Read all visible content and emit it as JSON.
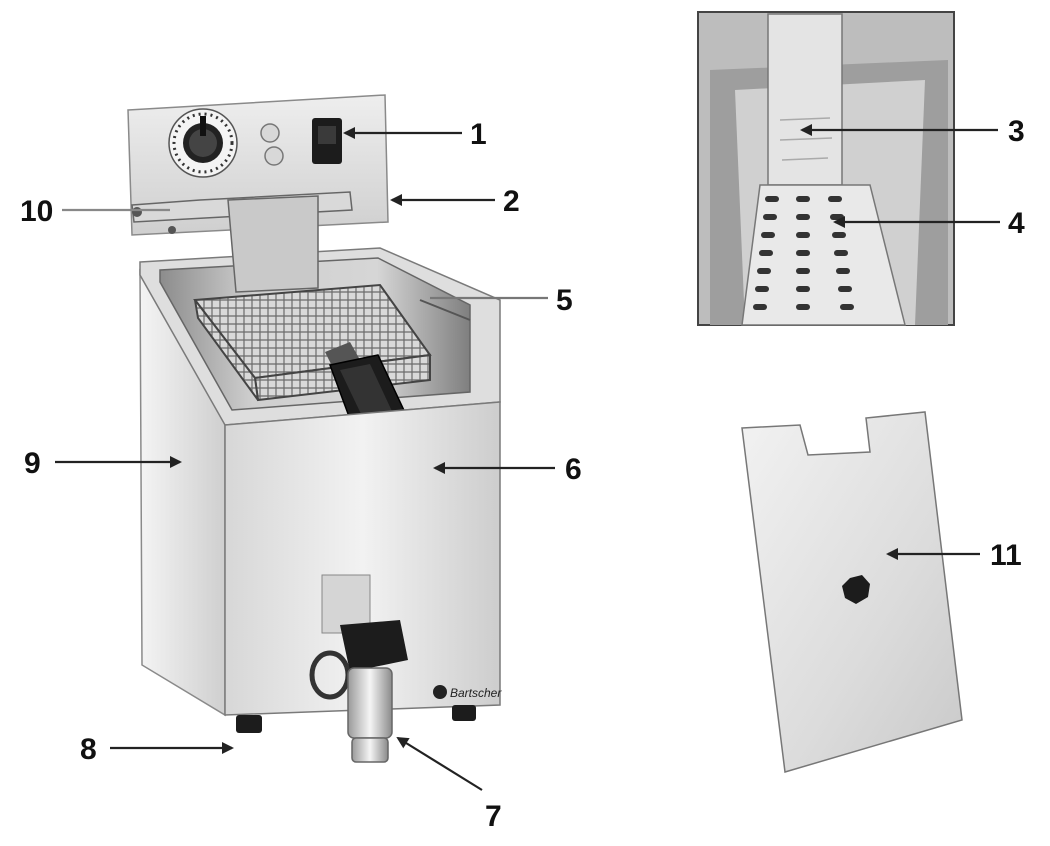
{
  "callouts": [
    {
      "id": "1",
      "label": "1"
    },
    {
      "id": "2",
      "label": "2"
    },
    {
      "id": "3",
      "label": "3"
    },
    {
      "id": "4",
      "label": "4"
    },
    {
      "id": "5",
      "label": "5"
    },
    {
      "id": "6",
      "label": "6"
    },
    {
      "id": "7",
      "label": "7"
    },
    {
      "id": "8",
      "label": "8"
    },
    {
      "id": "9",
      "label": "9"
    },
    {
      "id": "10",
      "label": "10"
    },
    {
      "id": "11",
      "label": "11"
    }
  ],
  "brand": {
    "text": "Bartscher"
  },
  "colors": {
    "steel_light": "#e9e9e9",
    "steel_mid": "#cfcfcf",
    "steel_dark": "#9a9a9a",
    "handle_black": "#1c1c1c",
    "arrow": "#222222"
  }
}
